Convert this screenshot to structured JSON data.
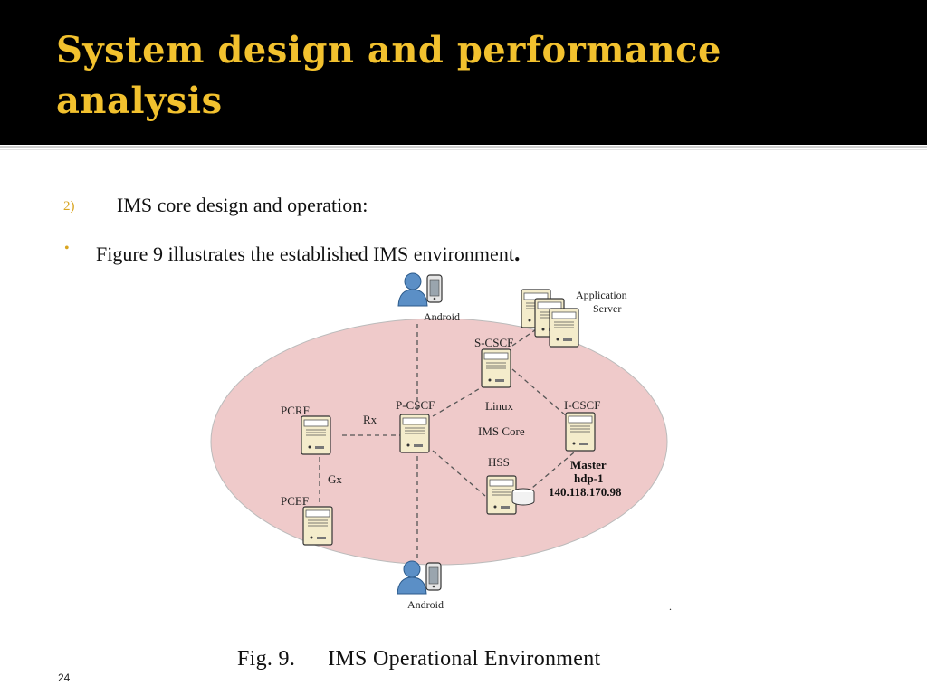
{
  "slide": {
    "title": "System design and performance analysis",
    "bullet1": {
      "marker": "2)",
      "text": "IMS core design and operation:"
    },
    "bullet2": {
      "marker": "•",
      "text": "Figure 9 illustrates the established IMS environment",
      "end": "."
    },
    "slide_number": "24"
  },
  "figure": {
    "caption_num": "Fig. 9.",
    "caption_text": "IMS Operational Environment",
    "labels": {
      "android_top": "Android",
      "android_bottom": "Android",
      "app_server_1": "Application",
      "app_server_2": "Server",
      "scscf": "S-CSCF",
      "pcscf": "P-CSCF",
      "icscf": "I-CSCF",
      "pcrf": "PCRF",
      "pcef": "PCEF",
      "hss": "HSS",
      "rx": "Rx",
      "gx": "Gx",
      "linux": "Linux",
      "ims_core": "IMS Core",
      "master": "Master",
      "hdp": "hdp-1",
      "ip": "140.118.170.98",
      "dot": "."
    },
    "colors": {
      "ellipse_fill": "#efcaca",
      "server_fill": "#f4eccb",
      "user_blue": "#5b8fc6"
    }
  }
}
